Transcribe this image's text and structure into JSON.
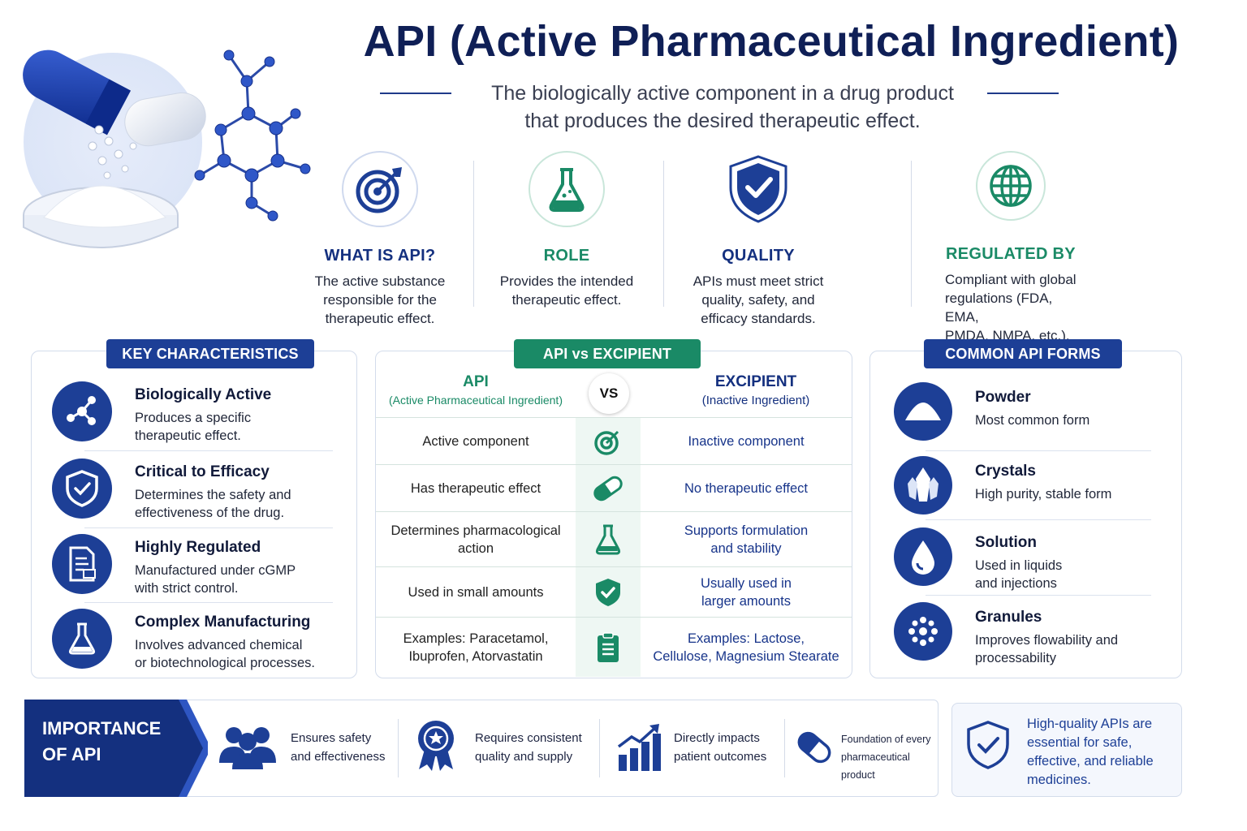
{
  "header": {
    "title": "API (Active Pharmaceutical Ingredient)",
    "subtitle_line1": "The biologically active component in a drug product",
    "subtitle_line2": "that produces the desired therapeutic effect."
  },
  "features": [
    {
      "icon": "target-icon",
      "title": "WHAT IS API?",
      "line1": "The active substance",
      "line2": "responsible for the",
      "line3": "therapeutic effect."
    },
    {
      "icon": "flask-icon",
      "title": "ROLE",
      "line1": "Provides the intended",
      "line2": "therapeutic effect.",
      "line3": ""
    },
    {
      "icon": "shield-check-icon",
      "title": "QUALITY",
      "line1": "APIs must meet strict",
      "line2": "quality, safety, and",
      "line3": "efficacy standards."
    },
    {
      "icon": "globe-icon",
      "title": "REGULATED BY",
      "line1": "Compliant with global",
      "line2": "regulations (FDA, EMA,",
      "line3": "PMDA, NMPA, etc.)."
    }
  ],
  "key_characteristics": {
    "tag": "KEY CHARACTERISTICS",
    "items": [
      {
        "icon": "molecule-icon",
        "title": "Biologically Active",
        "line1": "Produces a specific",
        "line2": "therapeutic effect."
      },
      {
        "icon": "shield-check-icon",
        "title": "Critical to Efficacy",
        "line1": "Determines the safety and",
        "line2": "effectiveness of the drug."
      },
      {
        "icon": "document-icon",
        "title": "Highly Regulated",
        "line1": "Manufactured under cGMP",
        "line2": "with strict control."
      },
      {
        "icon": "flask-icon",
        "title": "Complex Manufacturing",
        "line1": "Involves advanced chemical",
        "line2": "or biotechnological processes."
      }
    ]
  },
  "comparison": {
    "tag": "API vs EXCIPIENT",
    "left_title": "API",
    "left_sub": "(Active Pharmaceutical Ingredient)",
    "vs": "VS",
    "right_title": "EXCIPIENT",
    "right_sub": "(Inactive Ingredient)",
    "rows": [
      {
        "left1": "Active component",
        "left2": "",
        "icon": "target-icon",
        "right1": "Inactive component",
        "right2": ""
      },
      {
        "left1": "Has therapeutic effect",
        "left2": "",
        "icon": "capsule-icon",
        "right1": "No therapeutic effect",
        "right2": ""
      },
      {
        "left1": "Determines pharmacological",
        "left2": "action",
        "icon": "flask-icon",
        "right1": "Supports formulation",
        "right2": "and stability"
      },
      {
        "left1": "Used in small amounts",
        "left2": "",
        "icon": "shield-check-icon",
        "right1": "Usually used in",
        "right2": "larger amounts"
      },
      {
        "left1": "Examples: Paracetamol,",
        "left2": "Ibuprofen, Atorvastatin",
        "icon": "clipboard-icon",
        "right1": "Examples: Lactose,",
        "right2": "Cellulose, Magnesium Stearate"
      }
    ]
  },
  "forms": {
    "tag": "COMMON API FORMS",
    "items": [
      {
        "icon": "powder-icon",
        "title": "Powder",
        "line1": "Most common form",
        "line2": ""
      },
      {
        "icon": "crystal-icon",
        "title": "Crystals",
        "line1": "High purity, stable form",
        "line2": ""
      },
      {
        "icon": "drop-icon",
        "title": "Solution",
        "line1": "Used in liquids",
        "line2": "and injections"
      },
      {
        "icon": "granules-icon",
        "title": "Granules",
        "line1": "Improves flowability and",
        "line2": "processability"
      }
    ]
  },
  "importance": {
    "label_line1": "IMPORTANCE",
    "label_line2": "OF API",
    "items": [
      {
        "icon": "people-icon",
        "line1": "Ensures safety",
        "line2": "and effectiveness"
      },
      {
        "icon": "award-icon",
        "line1": "Requires consistent",
        "line2": "quality and supply"
      },
      {
        "icon": "growth-chart-icon",
        "line1": "Directly impacts",
        "line2": "patient outcomes"
      },
      {
        "icon": "capsule-icon",
        "line1": "Foundation of every",
        "line2": "pharmaceutical product"
      }
    ],
    "note_line1": "High-quality APIs are",
    "note_line2": "essential for safe,",
    "note_line3": "effective, and reliable",
    "note_line4": "medicines."
  },
  "colors": {
    "navy": "#14307f",
    "green": "#1a8a66",
    "light_blue_bg": "#e8eefb"
  }
}
